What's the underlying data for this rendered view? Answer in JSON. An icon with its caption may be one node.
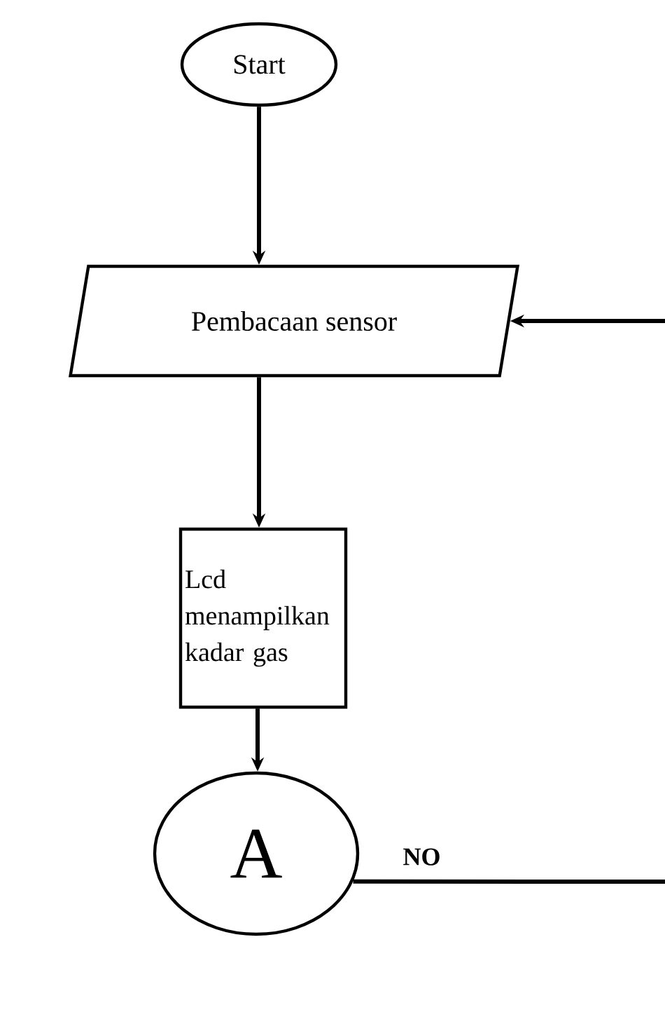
{
  "diagram": {
    "nodes": [
      {
        "text": [
          "Start"
        ]
      },
      {
        "text": [
          "Pembacaan sensor"
        ]
      },
      {
        "text": [
          "Lcd menampilkan kadar gas"
        ]
      },
      {
        "text": [
          "A"
        ]
      }
    ],
    "edges": [
      {
        "from": 0,
        "to": 1,
        "arrow": "to"
      },
      {
        "from": 1,
        "to": 2,
        "arrow": "to"
      },
      {
        "from": 2,
        "to": 3,
        "arrow": "to"
      },
      {
        "from": 3,
        "to": null,
        "arrow": "none",
        "label": "NO"
      },
      {
        "from": null,
        "to": 1,
        "arrow": "to"
      }
    ]
  }
}
